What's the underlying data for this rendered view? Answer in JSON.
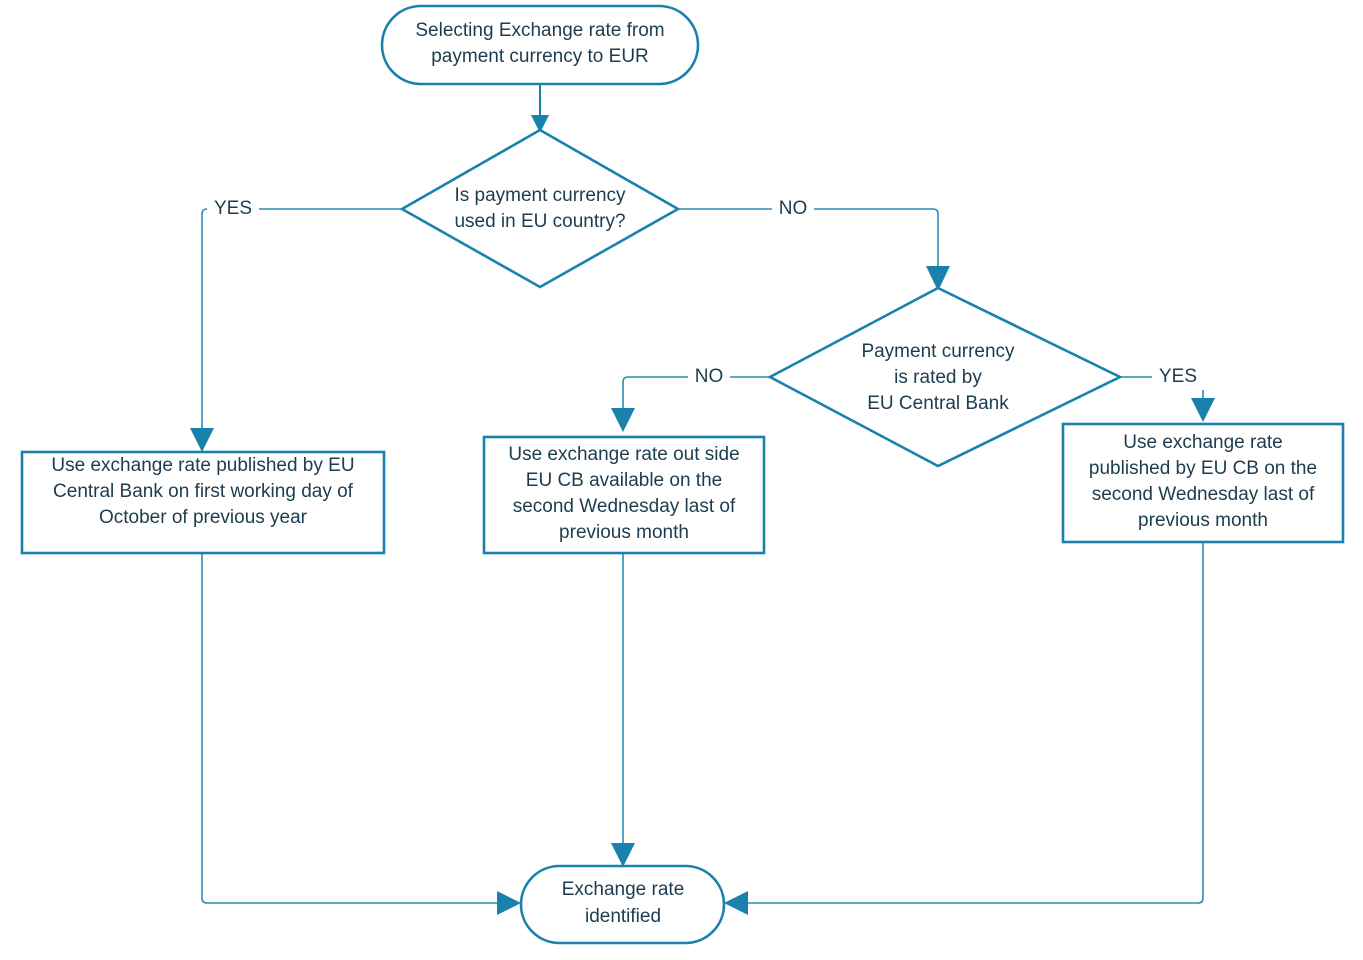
{
  "diagram": {
    "title": "Selecting Exchange rate from payment currency to EUR",
    "type": "flowchart",
    "colors": {
      "stroke": "#1a81ad",
      "text": "#1d3c4e",
      "background": "#ffffff"
    },
    "nodes": {
      "start": {
        "shape": "terminator",
        "lines": [
          "Selecting Exchange rate from",
          "payment currency to EUR"
        ]
      },
      "decision1": {
        "shape": "diamond",
        "lines": [
          "Is payment currency",
          "used in EU country?"
        ]
      },
      "decision2": {
        "shape": "diamond",
        "lines": [
          "Payment currency",
          "is rated by",
          "EU Central Bank"
        ]
      },
      "process_left": {
        "shape": "rectangle",
        "lines": [
          "Use exchange rate published by EU",
          "Central Bank on first working day of",
          "October of previous year"
        ]
      },
      "process_middle": {
        "shape": "rectangle",
        "lines": [
          "Use exchange rate out side",
          "EU CB available on the",
          "second Wednesday last of",
          "previous month"
        ]
      },
      "process_right": {
        "shape": "rectangle",
        "lines": [
          "Use exchange rate",
          "published by EU CB on the",
          "second Wednesday last of",
          "previous month"
        ]
      },
      "end": {
        "shape": "terminator",
        "lines": [
          "Exchange rate",
          "identified"
        ]
      }
    },
    "edge_labels": {
      "d1_yes": "YES",
      "d1_no": "NO",
      "d2_no": "NO",
      "d2_yes": "YES"
    }
  }
}
